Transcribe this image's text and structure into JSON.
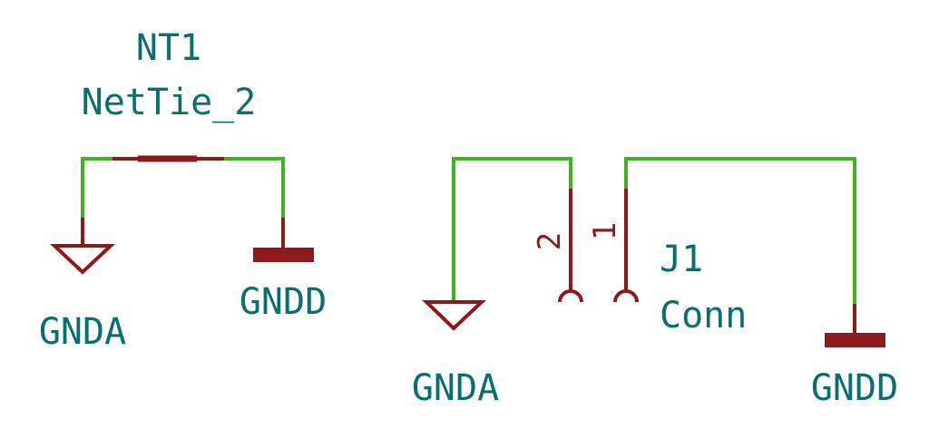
{
  "colors": {
    "wire": "#3cb521",
    "component": "#8c1a1a",
    "label_text": "#0a6e6e",
    "background": "#ffffff"
  },
  "nettie": {
    "reference": "NT1",
    "value": "NetTie_2"
  },
  "connector": {
    "reference": "J1",
    "value": "Conn",
    "pins": [
      "2",
      "1"
    ]
  },
  "power_labels": {
    "left_gnda": "GNDA",
    "left_gndd": "GNDD",
    "right_gnda": "GNDA",
    "right_gndd": "GNDD"
  }
}
